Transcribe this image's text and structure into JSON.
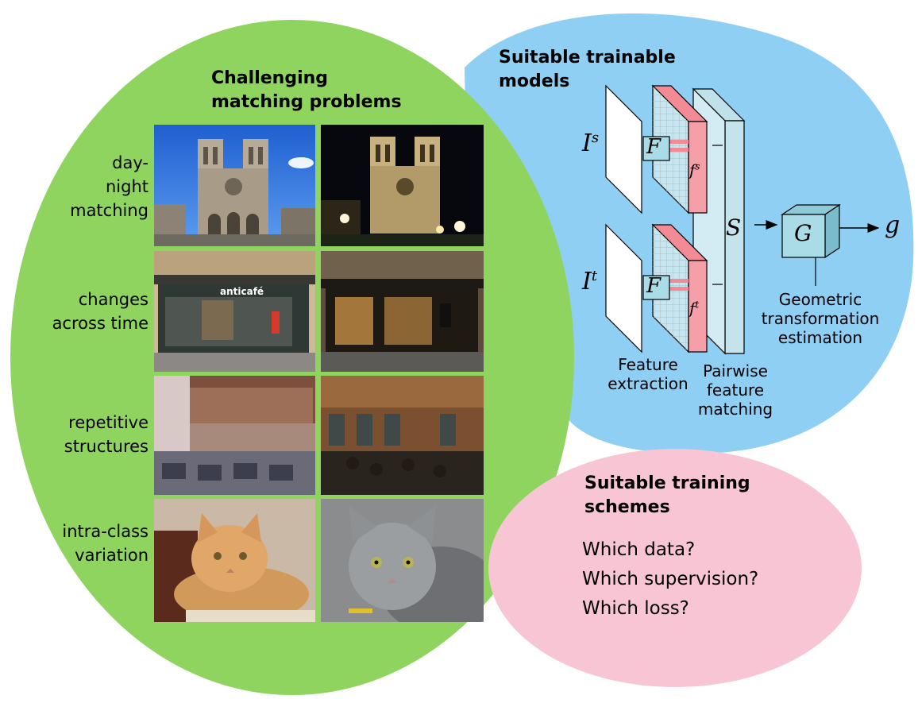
{
  "left_panel": {
    "heading_line1": "Challenging",
    "heading_line2": "matching problems",
    "rows": [
      {
        "label_line1": "day-",
        "label_line2": "night",
        "label_line3": "matching",
        "left_photo": "notre-dame-day",
        "right_photo": "notre-dame-night"
      },
      {
        "label_line1": "changes",
        "label_line2": "across time",
        "left_photo": "anticafe-day",
        "right_photo": "anticafe-night",
        "sign_text": "anticafé"
      },
      {
        "label_line1": "repetitive",
        "label_line2": "structures",
        "left_photo": "hall-empty",
        "right_photo": "hall-crowded"
      },
      {
        "label_line1": "intra-class",
        "label_line2": "variation",
        "left_photo": "ginger-cat",
        "right_photo": "grey-cat"
      }
    ]
  },
  "top_right_panel": {
    "heading_line1": "Suitable trainable",
    "heading_line2": "models",
    "source_image": "I",
    "source_sup": "s",
    "target_image": "I",
    "target_sup": "t",
    "extractor": "F",
    "source_feature": "f",
    "source_feature_sup": "s",
    "target_feature": "f",
    "target_feature_sup": "t",
    "matcher": "S",
    "regressor": "G",
    "output": "g",
    "feature_extraction_line1": "Feature",
    "feature_extraction_line2": "extraction",
    "pairwise_line1": "Pairwise",
    "pairwise_line2": "feature",
    "pairwise_line3": "matching",
    "geo_line1": "Geometric",
    "geo_line2": "transformation",
    "geo_line3": "estimation"
  },
  "bottom_right_panel": {
    "heading_line1": "Suitable training",
    "heading_line2": "schemes",
    "questions": [
      "Which data?",
      "Which supervision?",
      "Which loss?"
    ]
  },
  "colors": {
    "green_blob": "#8fd45f",
    "blue_blob": "#8fcff3",
    "pink_blob": "#f7c5d3",
    "feature_red": "#f5a0a8",
    "feature_blue": "#c8e6ef",
    "matcher_fill": "#d3ecf3",
    "regressor_fill": "#a9dce6"
  }
}
